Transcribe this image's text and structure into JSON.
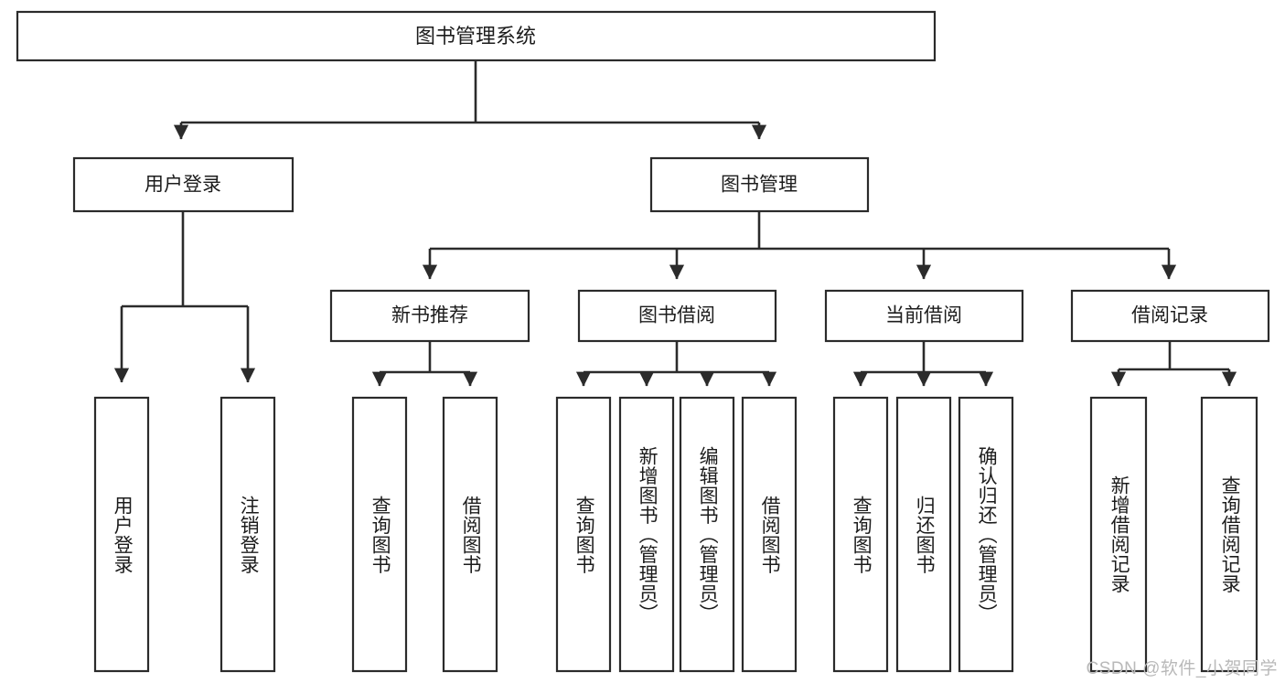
{
  "diagram": {
    "type": "tree-hierarchy-chart",
    "title": "图书管理系统",
    "watermark": "CSDN @软件_小贺同学",
    "root": {
      "label": "图书管理系统"
    },
    "level2": [
      {
        "label": "用户登录"
      },
      {
        "label": "图书管理"
      }
    ],
    "level3": [
      {
        "label": "新书推荐"
      },
      {
        "label": "图书借阅"
      },
      {
        "label": "当前借阅"
      },
      {
        "label": "借阅记录"
      }
    ],
    "leaves": {
      "user_login": [
        {
          "label": "用户登录"
        },
        {
          "label": "注销登录"
        }
      ],
      "new_book_recommend": [
        {
          "label": "查询图书"
        },
        {
          "label": "借阅图书"
        }
      ],
      "book_borrow": [
        {
          "label": "查询图书"
        },
        {
          "label": "新增图书（管理员）"
        },
        {
          "label": "编辑图书（管理员）"
        },
        {
          "label": "借阅图书"
        }
      ],
      "current_borrow": [
        {
          "label": "查询图书"
        },
        {
          "label": "归还图书"
        },
        {
          "label": "确认归还（管理员）"
        }
      ],
      "borrow_record": [
        {
          "label": "新增借阅记录"
        },
        {
          "label": "查询借阅记录"
        }
      ]
    },
    "colors": {
      "stroke": "#2b2b2b",
      "box_fill": "#ffffff",
      "text": "#1c1c1c",
      "background": "#ffffff",
      "watermark": "#b9b9b9"
    }
  }
}
